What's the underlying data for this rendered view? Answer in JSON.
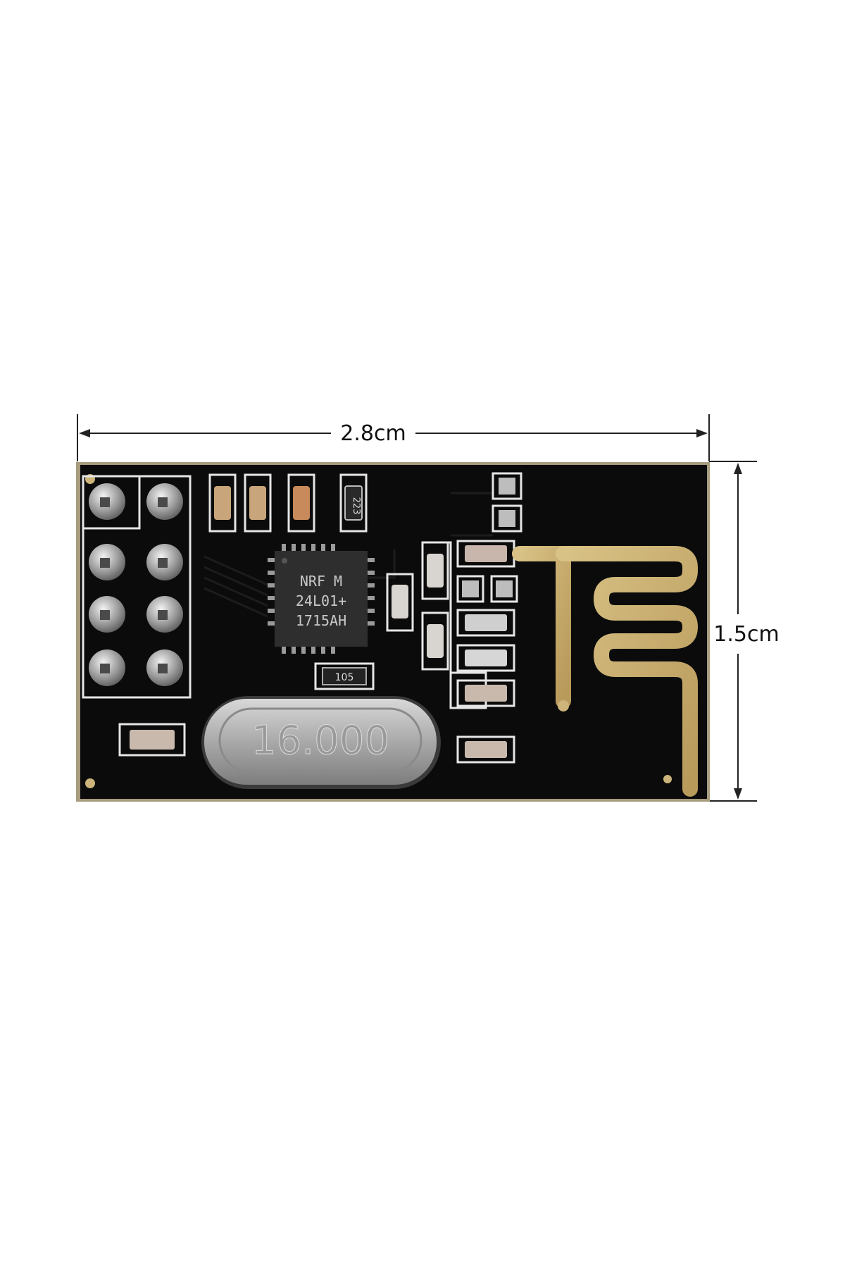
{
  "dimensions": {
    "width_label": "2.8cm",
    "height_label": "1.5cm"
  },
  "chip": {
    "line1": "NRF M",
    "line2": "24L01+",
    "line3": "1715AH"
  },
  "crystal": {
    "label": "16.000"
  },
  "components": {
    "cap_223": "223",
    "res_105": "105"
  },
  "colors": {
    "pcb": "#0b0b0b",
    "gold": "#cdb47a",
    "silk": "#e8e8e8",
    "metal": "#b8b8b8"
  }
}
